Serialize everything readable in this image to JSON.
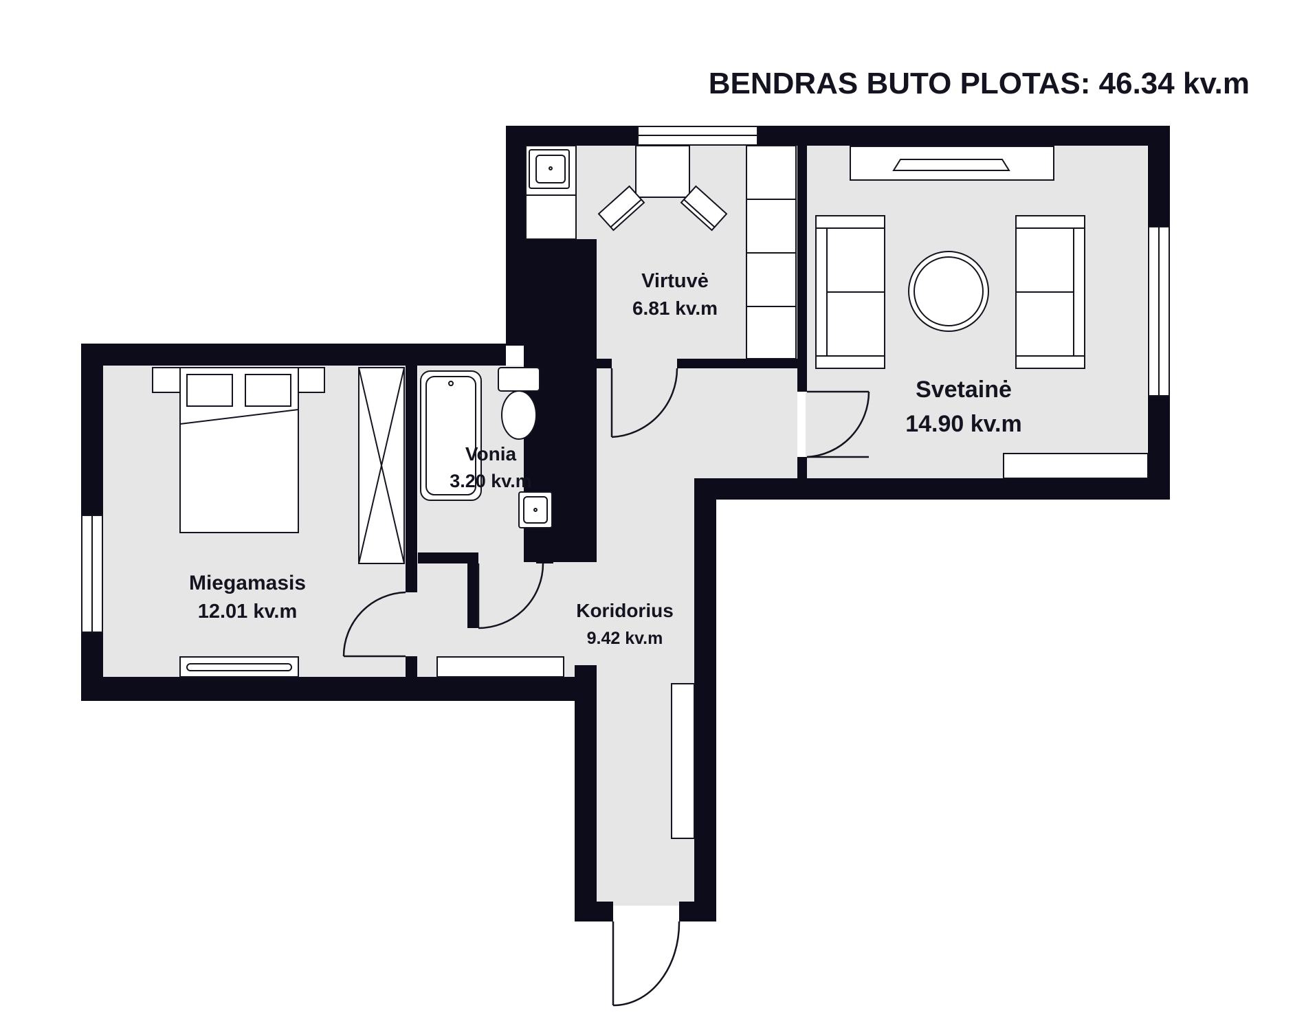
{
  "total_area": "BENDRAS BUTO PLOTAS: 46.34 kv.m",
  "rooms": [
    {
      "id": "virtuve",
      "name": "Virtuvė",
      "area": "6.81 kv.m"
    },
    {
      "id": "svetaine",
      "name": "Svetainė",
      "area": "14.90 kv.m"
    },
    {
      "id": "vonia",
      "name": "Vonia",
      "area": "3.20 kv.m"
    },
    {
      "id": "miegamasis",
      "name": "Miegamasis",
      "area": "12.01 kv.m"
    },
    {
      "id": "koridorius",
      "name": "Koridorius",
      "area": "9.42 kv.m"
    }
  ],
  "colors": {
    "wall": "#0d0c1a",
    "floor": "#e6e6e6",
    "line": "#141420"
  }
}
